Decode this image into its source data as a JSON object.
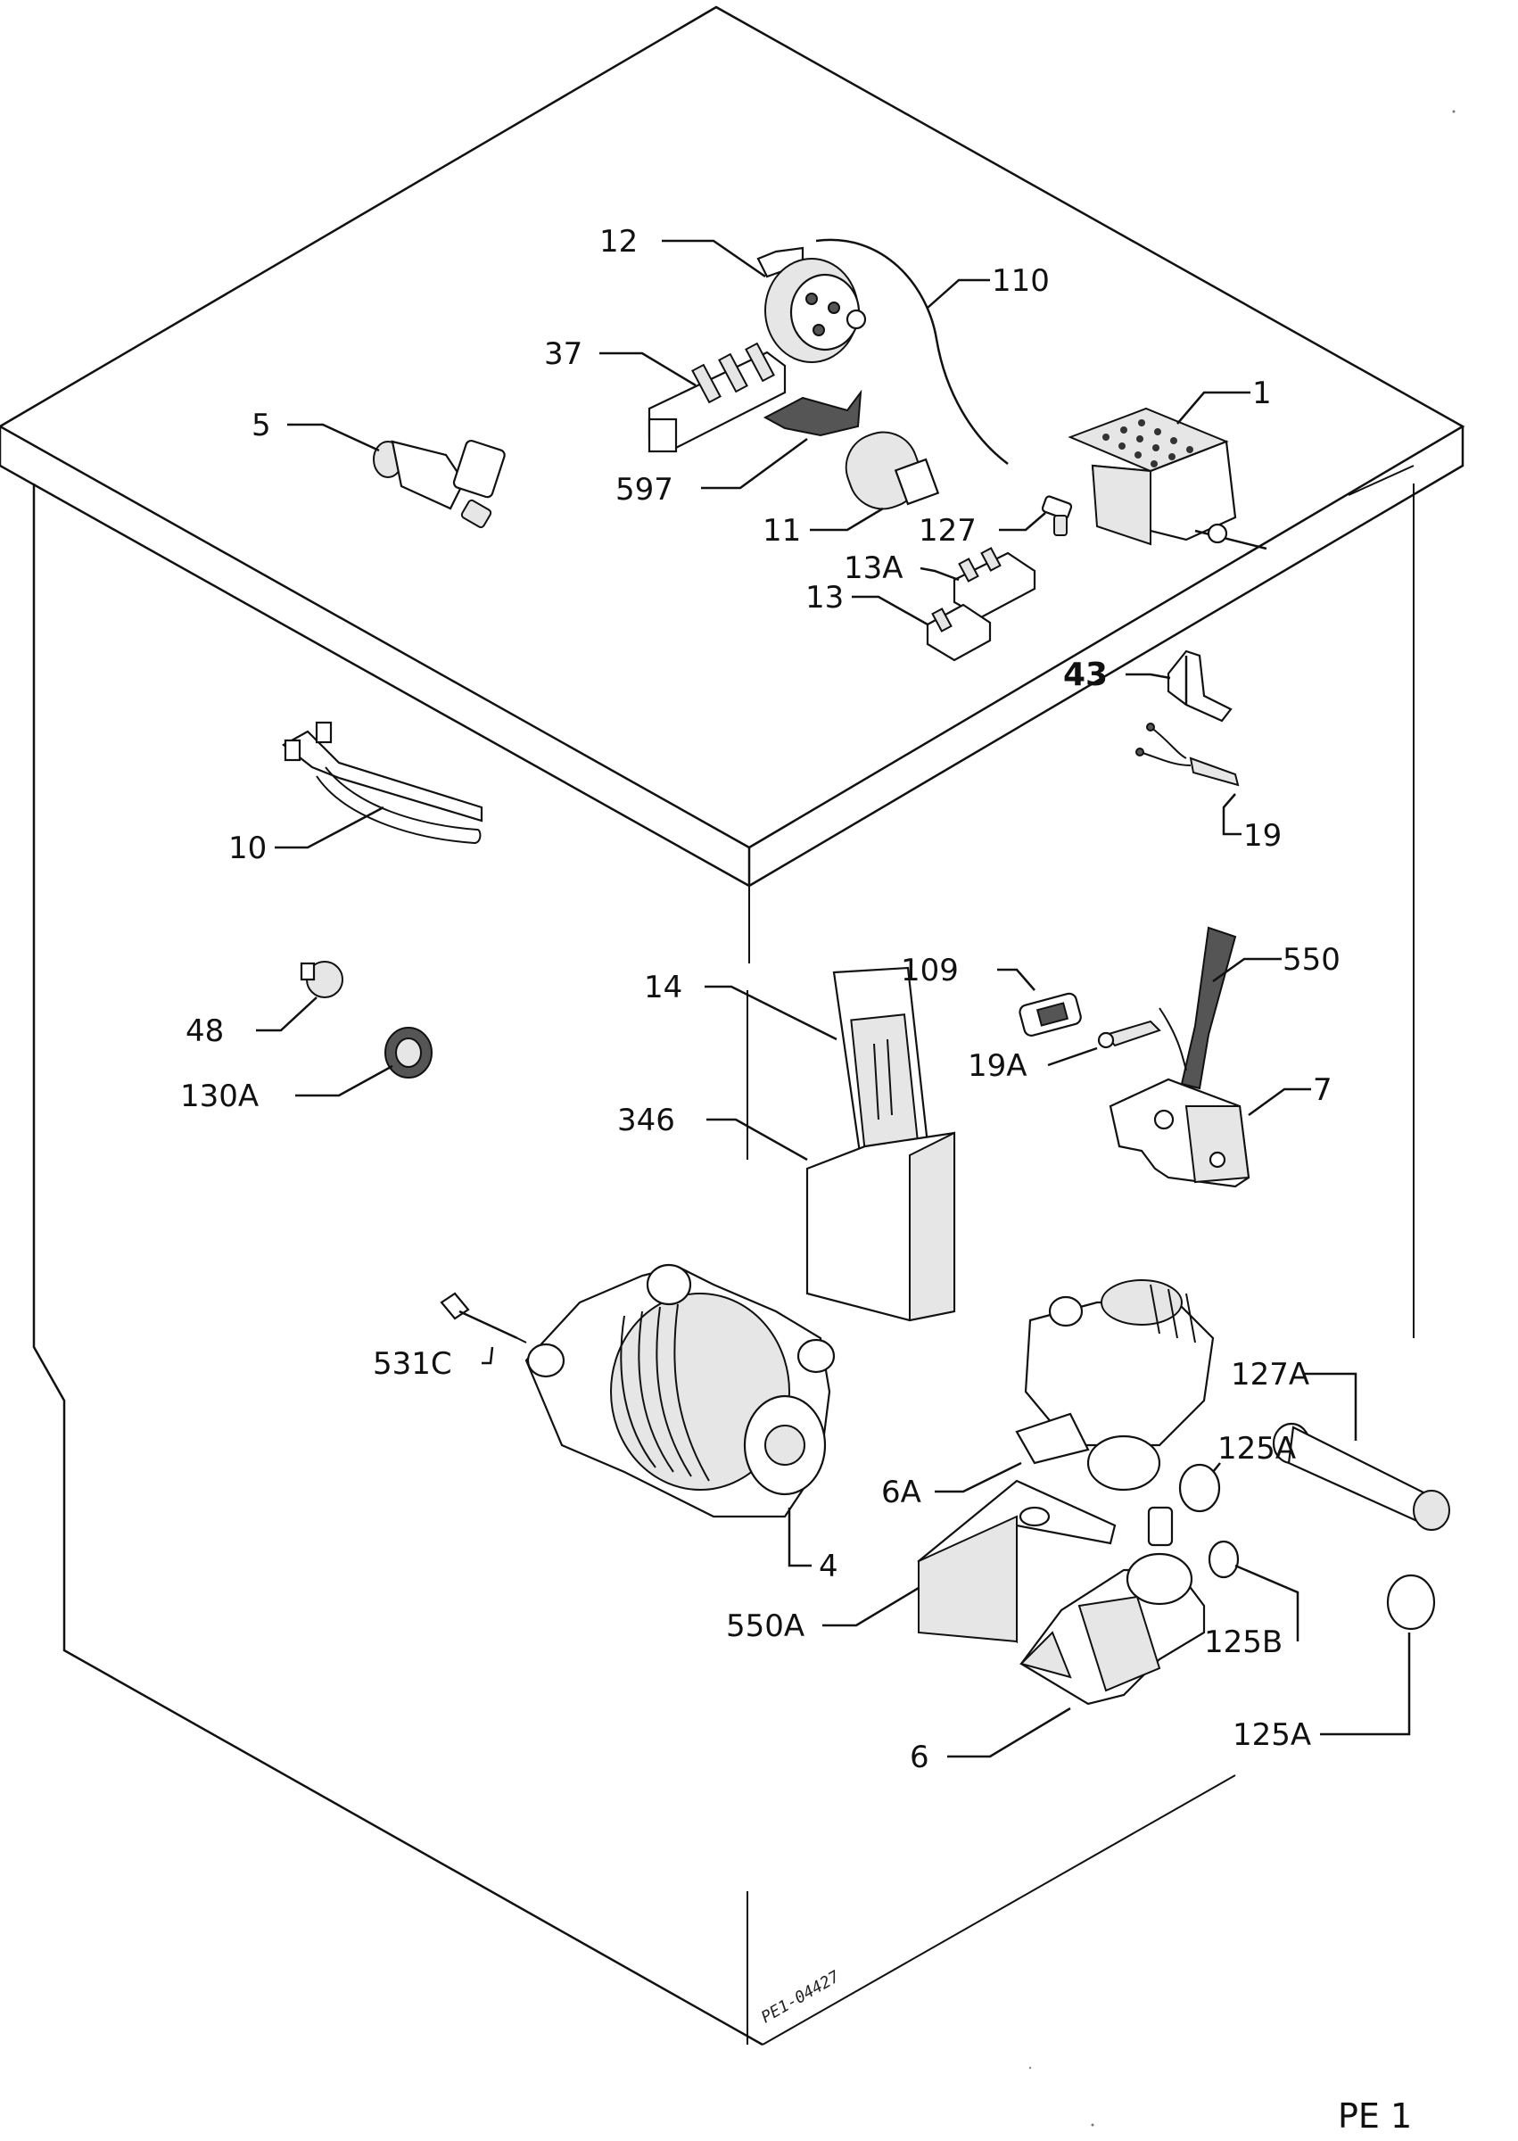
{
  "labels": {
    "l12": "12",
    "l110": "110",
    "l37": "37",
    "l5": "5",
    "l1": "1",
    "l597": "597",
    "l11": "11",
    "l127": "127",
    "l13A": "13A",
    "l13": "13",
    "l43": "43",
    "l19": "19",
    "l10": "10",
    "l14": "14",
    "l109": "109",
    "l550": "550",
    "l48": "48",
    "l19A": "19A",
    "l130A": "130A",
    "l7": "7",
    "l346": "346",
    "l531C": "531C",
    "l127A": "127A",
    "l125A_top": "125A",
    "l6A": "6A",
    "l4": "4",
    "l550A": "550A",
    "l125B": "125B",
    "l6": "6",
    "l125A_bottom": "125A"
  },
  "drawing_ref": "PE1-04427",
  "page_code": "PE 1"
}
